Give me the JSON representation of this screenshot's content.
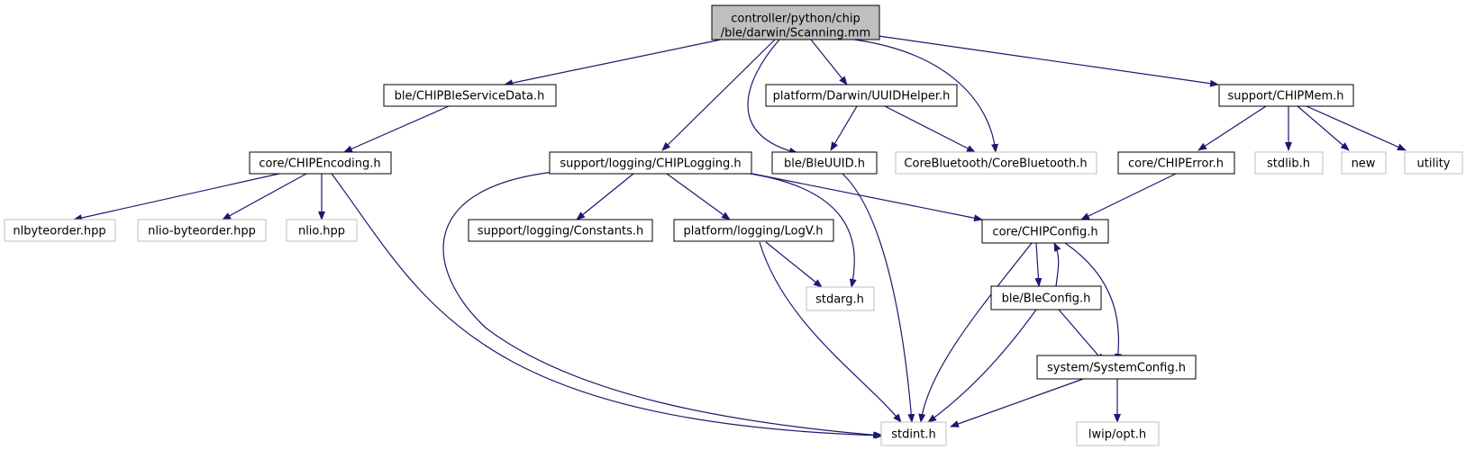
{
  "colors": {
    "edge": "#191970",
    "root_fill": "#bfbfbf",
    "node_border": "#000000",
    "external_border": "#bfbfbf",
    "background": "#ffffff"
  },
  "nodes": {
    "scanning": {
      "lines": [
        "controller/python/chip",
        "/ble/darwin/Scanning.mm"
      ],
      "kind": "root"
    },
    "ble_service_data": {
      "label": "ble/CHIPBleServiceData.h",
      "kind": "header"
    },
    "chip_logging": {
      "label": "support/logging/CHIPLogging.h",
      "kind": "header"
    },
    "ble_uuid": {
      "label": "ble/BleUUID.h",
      "kind": "header"
    },
    "uuid_helper": {
      "label": "platform/Darwin/UUIDHelper.h",
      "kind": "header"
    },
    "core_bluetooth": {
      "label": "CoreBluetooth/CoreBluetooth.h",
      "kind": "external"
    },
    "chip_mem": {
      "label": "support/CHIPMem.h",
      "kind": "header"
    },
    "chip_encoding": {
      "label": "core/CHIPEncoding.h",
      "kind": "header"
    },
    "chip_error": {
      "label": "core/CHIPError.h",
      "kind": "header"
    },
    "stdlib": {
      "label": "stdlib.h",
      "kind": "external"
    },
    "new": {
      "label": "new",
      "kind": "external"
    },
    "utility": {
      "label": "utility",
      "kind": "external"
    },
    "nlbyteorder": {
      "label": "nlbyteorder.hpp",
      "kind": "external"
    },
    "nlio_byteorder": {
      "label": "nlio-byteorder.hpp",
      "kind": "external"
    },
    "nlio": {
      "label": "nlio.hpp",
      "kind": "external"
    },
    "logging_constants": {
      "label": "support/logging/Constants.h",
      "kind": "header"
    },
    "logv": {
      "label": "platform/logging/LogV.h",
      "kind": "header"
    },
    "chip_config": {
      "label": "core/CHIPConfig.h",
      "kind": "header"
    },
    "ble_config": {
      "label": "ble/BleConfig.h",
      "kind": "header"
    },
    "stdarg": {
      "label": "stdarg.h",
      "kind": "external"
    },
    "system_config": {
      "label": "system/SystemConfig.h",
      "kind": "header"
    },
    "stdint": {
      "label": "stdint.h",
      "kind": "external"
    },
    "lwip_opt": {
      "label": "lwip/opt.h",
      "kind": "external"
    }
  },
  "edges": [
    [
      "scanning",
      "ble_service_data"
    ],
    [
      "scanning",
      "chip_logging"
    ],
    [
      "scanning",
      "ble_uuid"
    ],
    [
      "scanning",
      "uuid_helper"
    ],
    [
      "scanning",
      "core_bluetooth"
    ],
    [
      "scanning",
      "chip_mem"
    ],
    [
      "ble_service_data",
      "chip_encoding"
    ],
    [
      "chip_encoding",
      "nlbyteorder"
    ],
    [
      "chip_encoding",
      "nlio_byteorder"
    ],
    [
      "chip_encoding",
      "nlio"
    ],
    [
      "chip_encoding",
      "stdint"
    ],
    [
      "chip_logging",
      "logging_constants"
    ],
    [
      "chip_logging",
      "logv"
    ],
    [
      "chip_logging",
      "stdarg"
    ],
    [
      "chip_logging",
      "chip_config"
    ],
    [
      "chip_logging",
      "stdint"
    ],
    [
      "uuid_helper",
      "ble_uuid"
    ],
    [
      "uuid_helper",
      "core_bluetooth"
    ],
    [
      "ble_uuid",
      "stdint"
    ],
    [
      "chip_mem",
      "chip_error"
    ],
    [
      "chip_mem",
      "stdlib"
    ],
    [
      "chip_mem",
      "new"
    ],
    [
      "chip_mem",
      "utility"
    ],
    [
      "chip_error",
      "chip_config"
    ],
    [
      "logv",
      "stdarg"
    ],
    [
      "logv",
      "stdint"
    ],
    [
      "chip_config",
      "ble_config"
    ],
    [
      "ble_config",
      "chip_config"
    ],
    [
      "chip_config",
      "system_config"
    ],
    [
      "chip_config",
      "stdint"
    ],
    [
      "ble_config",
      "system_config"
    ],
    [
      "ble_config",
      "stdint"
    ],
    [
      "system_config",
      "stdint"
    ],
    [
      "system_config",
      "lwip_opt"
    ]
  ]
}
